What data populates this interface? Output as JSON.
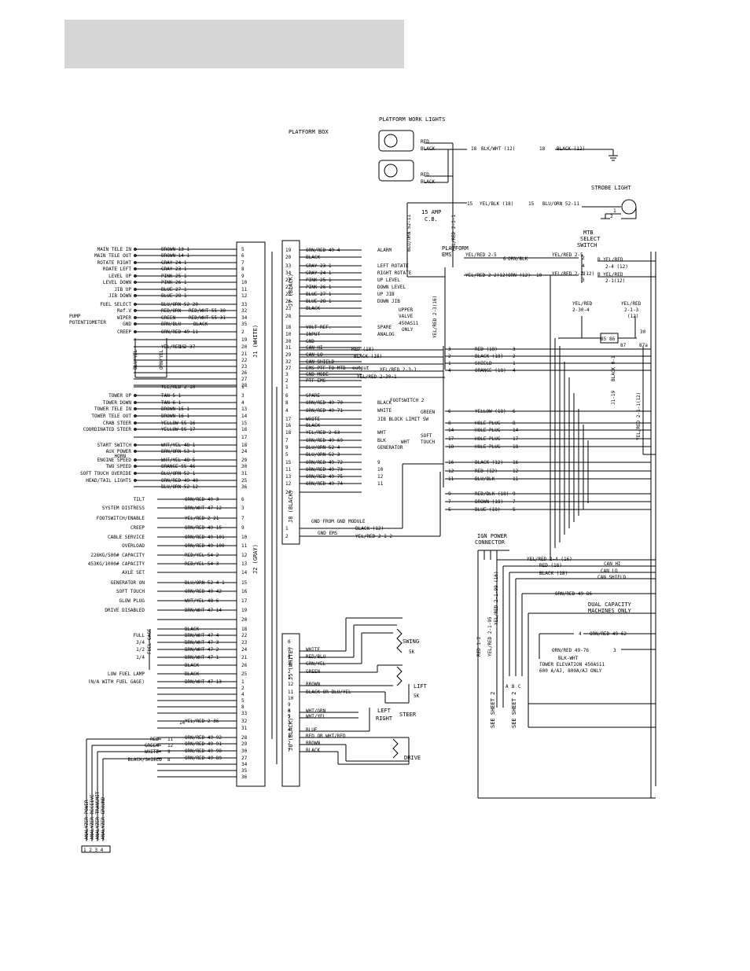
{
  "header": {
    "color": "#d6d6d6"
  },
  "titles": {
    "platform_box": "PLATFORM BOX",
    "work_lights": "PLATFORM WORK LIGHTS",
    "strobe": "STROBE LIGHT",
    "mtb_1": "MTB",
    "mtb_2": "SELECT",
    "mtb_3": "SWITCH",
    "cb_1": "15 AMP",
    "cb_2": "C.B.",
    "ems_1": "PLATFORM",
    "ems_2": "EMS",
    "ign_1": "IGN POWER",
    "ign_2": "CONNECTOR",
    "dual_1": "DUAL CAPACITY",
    "dual_2": "MACHINES ONLY",
    "tower_1": "TOWER ELEVATION 450AS11",
    "tower_2": "600 A/AJ, 800A/AJ ONLY",
    "see_sheet": "SEE SHEET 2"
  },
  "connectors": {
    "j1": "J1 (WHITE)",
    "j2": "J2 (GRAY)",
    "j7": "J7 (BLACK)",
    "j8": "J8 (BLACK)",
    "j5": "J5 (WHITE)",
    "j6": "J6 (BLACK)"
  },
  "j1_rows": [
    {
      "label": "MAIN TELE IN",
      "wire": "BROWN 13-1",
      "pin": "5"
    },
    {
      "label": "MAIN TELE OUT",
      "wire": "BROWN 14-1",
      "pin": "6"
    },
    {
      "label": "ROTATE RIGHT",
      "wire": "GRAY 24-1",
      "pin": "7"
    },
    {
      "label": "ROATE LEFT",
      "wire": "GRAY 23-1",
      "pin": "8"
    },
    {
      "label": "LEVEL UP",
      "wire": "PINK 25-1",
      "pin": "9"
    },
    {
      "label": "LEVEL DOWN",
      "wire": "PINK 26-1",
      "pin": "10"
    },
    {
      "label": "JIB UP",
      "wire": "BLUE 27-1",
      "pin": "11"
    },
    {
      "label": "JIB DOWN",
      "wire": "BLUE 28-1",
      "pin": "12"
    },
    {
      "label": "FUEL SELECT",
      "wire": "BLU/ORN 52-20",
      "pin": "33"
    },
    {
      "label": "Ref.V",
      "wire": "RED/ORN",
      "pin": "32"
    },
    {
      "label": "WIPER",
      "wire": "GREEN",
      "pin": "34"
    },
    {
      "label": "GND",
      "wire": "BRN/BLU",
      "pin": "35"
    },
    {
      "label": "CREEP",
      "wire": "ORN/RED 49-11",
      "pin": "2"
    },
    {
      "label": "",
      "wire": "",
      "pin": "19"
    },
    {
      "label": "",
      "wire": "YEL/RED 2-37",
      "pin": "20"
    },
    {
      "label": "",
      "wire": "",
      "pin": "21"
    },
    {
      "label": "",
      "wire": "",
      "pin": "22"
    },
    {
      "label": "",
      "wire": "",
      "pin": "23"
    },
    {
      "label": "",
      "wire": "",
      "pin": "26"
    },
    {
      "label": "",
      "wire": "",
      "pin": "27"
    },
    {
      "label": "",
      "wire": "",
      "pin": "28"
    },
    {
      "label": "",
      "wire": "YEL/RED 2-10",
      "pin": "1"
    },
    {
      "label": "TOWER UP",
      "wire": "TAN 5-1",
      "pin": "3"
    },
    {
      "label": "TOWER DOWN",
      "wire": "TAN 6-1",
      "pin": "4"
    },
    {
      "label": "TOWER TELE IN",
      "wire": "BROWN 15-1",
      "pin": "13"
    },
    {
      "label": "TOWER TELE OUT",
      "wire": "BROWN 16-1",
      "pin": "14"
    },
    {
      "label": "CRAB STEER",
      "wire": "YELLOW 55-16",
      "pin": "15"
    },
    {
      "label": "COORDINATED STEER",
      "wire": "YELLOW 55-17",
      "pin": "16"
    },
    {
      "label": "",
      "wire": "",
      "pin": "17"
    },
    {
      "label": "START SWITCH",
      "wire": "WHT/YEL 48-1",
      "pin": "18"
    },
    {
      "label": "AUX POWER",
      "wire": "BRN/ORN 53-1",
      "pin": "24"
    },
    {
      "label": "ENGINE SPEED",
      "wire": "WHT/YEL 48-5",
      "pin": "29"
    },
    {
      "label": "TWO SPEED",
      "wire": "ORANGE 55-46",
      "pin": "30"
    },
    {
      "label": "SOFT TOUCH OVERIDE",
      "wire": "BLU/ORN 52-1",
      "pin": "31"
    },
    {
      "label": "HEAD/TAIL LIGHTS",
      "wire": "ORN/RED 49-40",
      "pin": "25"
    },
    {
      "label": "",
      "wire": "BLU/ORN 52-12",
      "pin": "36"
    }
  ],
  "j1_misc": {
    "horn": "HORN",
    "pump_pot_1": "PUMP",
    "pump_pot_2": "POTENTIOMETER",
    "blu_yel": "BLU/YEL",
    "orn_yel": "ORN/YEL",
    "rw_1": "RED/WHT 55-30",
    "rw_2": "RED/WHT 55-31",
    "black": "BLACK"
  },
  "j2_rows": [
    {
      "label": "TILT",
      "wire": "ORN/RED 49-3",
      "pin": "6"
    },
    {
      "label": "SYSTEM DISTRESS",
      "wire": "BRN/WHT 47-12",
      "pin": "3"
    },
    {
      "label": "FOOTSWITCH/ENABLE",
      "wire": "YEL/RED 2-21",
      "pin": "7"
    },
    {
      "label": "CREEP",
      "wire": "ORN/RED 49-15",
      "pin": "9"
    },
    {
      "label": "CABLE SERVICE",
      "wire": "ORN/RED 49-101",
      "pin": "10"
    },
    {
      "label": "OVERLOAD",
      "wire": "ORN/RED 49-100",
      "pin": "11"
    },
    {
      "label": "226KG/500# CAPACITY",
      "wire": "RED/YEL 54-2",
      "pin": "12"
    },
    {
      "label": "453KG/1000# CAPACITY",
      "wire": "RED/YEL 54-3",
      "pin": "13"
    },
    {
      "label": "AXLE SET",
      "wire": "",
      "pin": "14"
    },
    {
      "label": "GENERATOR ON",
      "wire": "BLU/ORN 52-4-1",
      "pin": "15"
    },
    {
      "label": "SOFT TOUCH",
      "wire": "ORN/RED 49-42",
      "pin": "16"
    },
    {
      "label": "GLOW PLUG",
      "wire": "WHT/YEL 48-6",
      "pin": "17"
    },
    {
      "label": "DRIVE DISABLED",
      "wire": "BRN/WHT 47-14",
      "pin": "19"
    },
    {
      "label": "",
      "wire": "",
      "pin": "20"
    },
    {
      "label": "",
      "wire": "BLACK",
      "pin": "18"
    },
    {
      "label": "FULL",
      "wire": "BRN/WHT 47-4",
      "pin": "22"
    },
    {
      "label": "3/4",
      "wire": "BRN/WHT 47-3",
      "pin": "23"
    },
    {
      "label": "1/2",
      "wire": "BRN/WHT 47-2",
      "pin": "24"
    },
    {
      "label": "1/4",
      "wire": "BRN/WHT 47-1",
      "pin": "21"
    },
    {
      "label": "",
      "wire": "BLACK",
      "pin": "26"
    },
    {
      "label": "LOW FUEL LAMP",
      "wire": "BLACK",
      "pin": "25"
    },
    {
      "label": "(N/A WITH FUEL GAGE)",
      "wire": "BRN/WHT 47-13",
      "pin": "1"
    },
    {
      "label": "",
      "wire": "",
      "pin": "2"
    },
    {
      "label": "",
      "wire": "",
      "pin": "4"
    },
    {
      "label": "",
      "wire": "",
      "pin": "5"
    },
    {
      "label": "",
      "wire": "",
      "pin": "8"
    },
    {
      "label": "",
      "wire": "",
      "pin": "33"
    },
    {
      "label": "",
      "wire": "YEL/RED 2-36",
      "pin": "32"
    },
    {
      "label": "",
      "wire": "",
      "pin": "31"
    },
    {
      "label": "",
      "wire": "ORN/RED 49-92",
      "pin": "28"
    },
    {
      "label": "",
      "wire": "ORN/RED 49-91",
      "pin": "29"
    },
    {
      "label": "",
      "wire": "ORN/RED 49-90",
      "pin": "30"
    },
    {
      "label": "",
      "wire": "ORN/RED 49-89",
      "pin": "27"
    },
    {
      "label": "",
      "wire": "",
      "pin": "34"
    },
    {
      "label": "",
      "wire": "",
      "pin": "35"
    },
    {
      "label": "",
      "wire": "",
      "pin": "36"
    }
  ],
  "j2_misc": {
    "fuel_gage": "FUEL GAGE",
    "analyzer_1": "ANALYZER POWER",
    "analyzer_2": "ANALYZER RECEIVE",
    "analyzer_3": "ANALYZER TRANSMIT",
    "analyzer_4": "ANALYZER GROUND",
    "an_nums": "1 2 3 4",
    "red": "RED",
    "green": "GREEN",
    "white": "WHITE",
    "black_shield": "BLACK/SHIELD",
    "p11": "11",
    "p12": "12",
    "p9": "9",
    "p8": "8",
    "p14": "14",
    "p15": "15"
  },
  "j7_rows": [
    {
      "pin": "19",
      "wire": "ORN/RED 49-4",
      "label": "ALARM"
    },
    {
      "pin": "20",
      "wire": "BLACK",
      "label": ""
    },
    {
      "pin": "33",
      "wire": "GRAY 23-1",
      "label": "LEFT ROTATE"
    },
    {
      "pin": "34",
      "wire": "GRAY 24-1",
      "label": "RIGHT ROTATE"
    },
    {
      "pin": "21",
      "wire": "PINK 25-1",
      "label": "UP LEVEL"
    },
    {
      "pin": "22",
      "wire": "PINK 26-1",
      "label": "DOWN LEVEL"
    },
    {
      "pin": "25",
      "wire": "BLUE 27-1",
      "label": "UP JIB"
    },
    {
      "pin": "26",
      "wire": "BLUE 28-1",
      "label": "DOWN JIB"
    },
    {
      "pin": "23",
      "wire": "BLACK",
      "label": ""
    },
    {
      "pin": "28",
      "wire": "",
      "label": ""
    },
    {
      "pin": "18",
      "wire": "VOLT REF.",
      "label": "SPARE"
    },
    {
      "pin": "10",
      "wire": "INPUT",
      "label": "ANALOG"
    },
    {
      "pin": "30",
      "wire": "GND",
      "label": ""
    },
    {
      "pin": "31",
      "wire": "CAN HI",
      "label": ""
    },
    {
      "pin": "29",
      "wire": "CAN LO",
      "label": ""
    },
    {
      "pin": "32",
      "wire": "CAN SHIELD",
      "label": ""
    },
    {
      "pin": "27",
      "wire": "EMS PTF TO MTB",
      "label": ""
    },
    {
      "pin": "3",
      "wire": "GND MODE",
      "label": ""
    },
    {
      "pin": "2",
      "wire": "PTF EMS",
      "label": ""
    },
    {
      "pin": "1",
      "wire": "",
      "label": ""
    },
    {
      "pin": "6",
      "wire": "SPARE",
      "label": ""
    },
    {
      "pin": "8",
      "wire": "ORN/RED 49-70",
      "label": "BLACK"
    },
    {
      "pin": "4",
      "wire": "ORN/RED 49-71",
      "label": "WHITE"
    },
    {
      "pin": "17",
      "wire": "WHITE",
      "label": "JIB BLOCK LIMIT SW"
    },
    {
      "pin": "16",
      "wire": "BLACK",
      "label": ""
    },
    {
      "pin": "18",
      "wire": "YEL/RED 2-63",
      "label": "WHT"
    },
    {
      "pin": "7",
      "wire": "ORN/RED 49-69",
      "label": "BLK"
    },
    {
      "pin": "9",
      "wire": "BLU/ORN 52-4",
      "label": "GENERATOR"
    },
    {
      "pin": "5",
      "wire": "BLU/ORN 52-3",
      "label": ""
    },
    {
      "pin": "15",
      "wire": "ORN/RED 49-72",
      "label": "9"
    },
    {
      "pin": "11",
      "wire": "ORN/RED 49-73",
      "label": "10"
    },
    {
      "pin": "13",
      "wire": "ORN/RED 49-75",
      "label": "12"
    },
    {
      "pin": "12",
      "wire": "ORN/RED 49-74",
      "label": "11"
    },
    {
      "pin": "24",
      "wire": "",
      "label": ""
    }
  ],
  "j7_misc": {
    "upper_valve_1": "UPPER",
    "upper_valve_2": "VALVE",
    "upper_valve_3": "450AS11",
    "upper_valve_4": "ONLY",
    "output": "output",
    "footswitch": "FOOTSWITCH 2",
    "green": "GREEN",
    "soft_1": "SOFT",
    "soft_2": "TOUCH",
    "wht5": "WHT",
    "red_18": "RED (18)",
    "black_18": "BLACK (18)",
    "ys_1": "YEL/RED 2-3-1",
    "ys_2": "YEL/RED 2-30-1",
    "yel_red_2_3": "YEL/RED 2-3(16)"
  },
  "j8": {
    "pin1": "1",
    "pin2": "2",
    "l1": "GND FROM GND MODULE",
    "l2": "GND EMS",
    "w1": "BLACK (12)",
    "w2": "YEL/RED 2-1-2"
  },
  "right_wires": [
    {
      "pin": "3",
      "wire": "RED (18)",
      "end": "3"
    },
    {
      "pin": "2",
      "wire": "BLACK (18)",
      "end": "2"
    },
    {
      "pin": "1",
      "wire": "SHIELD",
      "end": "1"
    },
    {
      "pin": "4",
      "wire": "ORANGE (18)",
      "end": "4"
    },
    {
      "pin": "6",
      "wire": "YELLOW (18)",
      "end": "6"
    },
    {
      "pin": "8",
      "wire": "HOLE PLUG",
      "end": "8"
    },
    {
      "pin": "14",
      "wire": "HOLE PLUG",
      "end": "14"
    },
    {
      "pin": "17",
      "wire": "HOLE PLUG",
      "end": "17"
    },
    {
      "pin": "18",
      "wire": "HOLE PLUG",
      "end": "18"
    },
    {
      "pin": "16",
      "wire": "BLACK (12)",
      "end": "16"
    },
    {
      "pin": "12",
      "wire": "RED (12)",
      "end": "12"
    },
    {
      "pin": "11",
      "wire": "BLU/BLK",
      "end": "11"
    },
    {
      "pin": "9",
      "wire": "RED/BLK (18)",
      "end": "9"
    },
    {
      "pin": "7",
      "wire": "BROWN (18)",
      "end": "7"
    },
    {
      "pin": "5",
      "wire": "BLUE (18)",
      "end": "5"
    }
  ],
  "lights": {
    "red1": "RED",
    "black1": "BLACK",
    "red2": "RED",
    "black2": "BLACK",
    "wire1": "BLK/WHT (12)",
    "wire1b": "BLACK (12)",
    "p18a": "18",
    "p18b": "18",
    "wire2": "YEL/BLK (18)",
    "wire2b": "BLU/ORN 52-11",
    "p15a": "15",
    "p15b": "15",
    "s1": "1",
    "s2": "2",
    "blu_orn_vert": "BLU/ORN 52-11",
    "yel_red_vert": "YEL/RED 2-3-1"
  },
  "mtb": {
    "w1": "YEL/RED 2-5",
    "w2": "ORN/BLK",
    "w3": "YEL/RED 2-5",
    "w4": "B YEL/RED",
    "w4b": "2-4 (12)",
    "w5": "YEL/RED 2-2(12)",
    "w6": "ORN (12)",
    "w7": "YEL/RED 2-2(12)",
    "w8": "B YEL/RED",
    "w8b": "2-1(12)",
    "p2": "2",
    "p4": "4",
    "p1": "1",
    "p3": "3",
    "p6": "6",
    "p10": "10",
    "yr30_1": "YEL/RED",
    "yr30_2": "2-30-4",
    "yr21_1": "YEL/RED",
    "yr21_2": "2-1-3",
    "yr21_3": "(12)",
    "r30": "30",
    "r87a": "87a",
    "r87": "87",
    "r85": "85",
    "r86": "86",
    "j119": "J1-19",
    "black_vert": "BLACK 0-1",
    "yel_red_vert": "YEL/RED 2-1-1(12)"
  },
  "lower_right": {
    "w_yel": "YEL/RED 2-4 (16)",
    "w_red": "RED (18)",
    "w_black": "BLACK (18)",
    "can_hi": "CAN HI",
    "can_lo": "CAN LO",
    "can_shield": "CAN SHIELD",
    "w_orn": "ORN/RED 49-86",
    "w_orn62": "ORN/RED 49-62",
    "w_orn76": "ORN/RED 49-76",
    "p4": "4",
    "p3": "3",
    "blk_wht": "BLK-WHT",
    "v_red": "RED 1-2",
    "v_yr95": "YEL/RED 2-1-95",
    "v_yr99": "YEL/RED 2-1-99 (16)",
    "a": "A",
    "b": "B",
    "c": "C"
  },
  "j5": {
    "swing": "SWING",
    "swing_r": "5K",
    "lift": "LIFT",
    "lift_r": "5K",
    "left": "LEFT",
    "right": "RIGHT",
    "steer": "STEER",
    "drive": "DRIVE"
  },
  "j5_rows": [
    {
      "pin": "6",
      "wire": ""
    },
    {
      "pin": "5",
      "wire": "WHITE"
    },
    {
      "pin": "4",
      "wire": "RED/BLU"
    },
    {
      "pin": "3",
      "wire": "GRN/YEL"
    },
    {
      "pin": "2",
      "wire": "GREEN"
    },
    {
      "pin": "1",
      "wire": ""
    },
    {
      "pin": "12",
      "wire": "BROWN"
    },
    {
      "pin": "11",
      "wire": "BLACK OR BLU/YEL"
    },
    {
      "pin": "10",
      "wire": ""
    },
    {
      "pin": "9",
      "wire": ""
    },
    {
      "pin": "8",
      "wire": ""
    },
    {
      "pin": "7",
      "wire": ""
    }
  ],
  "j6_rows": [
    {
      "pin": "6",
      "wire": "WHT/GRN"
    },
    {
      "pin": "5",
      "wire": "WHT/YEL"
    },
    {
      "pin": "3",
      "wire": ""
    },
    {
      "pin": "4",
      "wire": "BLUE"
    },
    {
      "pin": "1",
      "wire": "RED OR WHT/RED"
    },
    {
      "pin": "2",
      "wire": "BROWN"
    },
    {
      "pin": "7",
      "wire": "BLACK"
    }
  ]
}
